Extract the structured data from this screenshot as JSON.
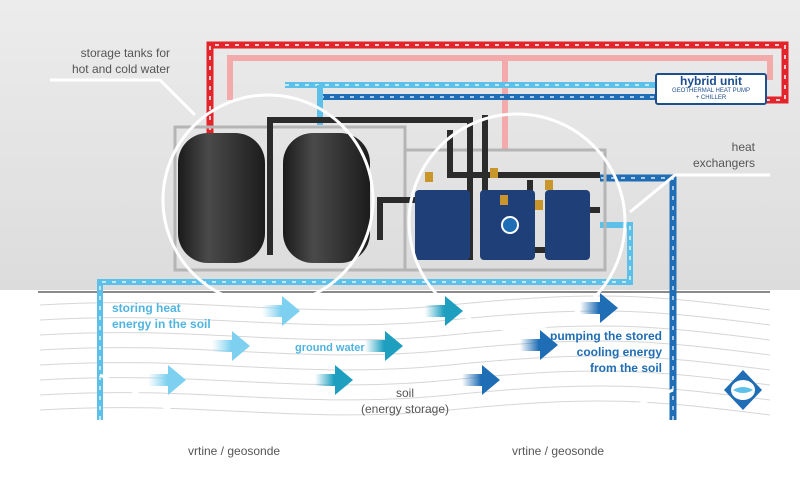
{
  "labels": {
    "storage_tanks": [
      "storage tanks for",
      "hot and cold water"
    ],
    "heat_exchangers": [
      "heat",
      "exchangers"
    ],
    "storing_heat": [
      "storing heat",
      "energy in the soil"
    ],
    "ground_water": "ground water",
    "soil": [
      "soil",
      "(energy storage)"
    ],
    "pumping": [
      "pumping the stored",
      "cooling energy",
      "from the soil"
    ],
    "borehole_left": "vrtine / geosonde",
    "borehole_right": "vrtine / geosonde"
  },
  "hybrid_unit": {
    "title": "hybrid unit",
    "subtitle_1": "GEOTHERMAL HEAT PUMP",
    "subtitle_2": "+ CHILLER"
  },
  "colors": {
    "hot": "#e3242b",
    "warm": "#f4a9ab",
    "cold_light": "#5cc0e8",
    "cold_dark": "#1f6db5",
    "tank": "#2b2b2b",
    "frame": "#b5b5b5"
  }
}
